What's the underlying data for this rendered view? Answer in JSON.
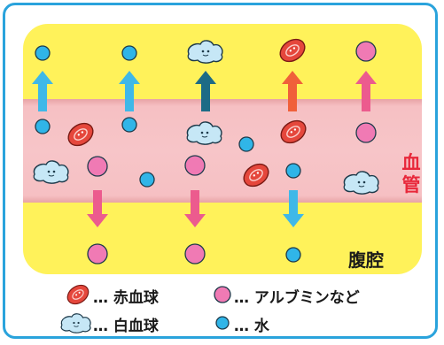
{
  "labels": {
    "vessel": "血管",
    "cavity": "腹腔"
  },
  "legend": {
    "red_blood_cell": "… 赤血球",
    "albumin": "… アルブミンなど",
    "white_blood_cell": "… 白血球",
    "water": "… 水"
  },
  "colors": {
    "border": "#2aa3dc",
    "cavity": "#fff25a",
    "vessel": "#f6c0c3",
    "vessel_label": "#e8273a",
    "water": "#30b5e8",
    "albumin": "#f07ab4",
    "white_blood_cell": "#c6e7f6",
    "red_blood_cell": "#e5473c",
    "arrow_light_blue": "#3fb8e8",
    "arrow_dark_teal": "#1d6b86",
    "arrow_orange": "#f0603a",
    "arrow_pink": "#ec5b8e"
  }
}
